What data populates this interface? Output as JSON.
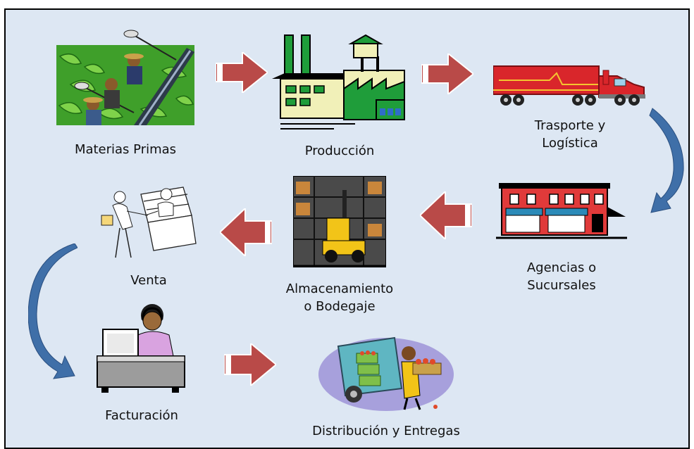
{
  "diagram": {
    "nodes": [
      {
        "id": "materias",
        "icon": "corn-harvest-icon",
        "label_lines": [
          "Materias Primas"
        ]
      },
      {
        "id": "produccion",
        "icon": "factory-icon",
        "label_lines": [
          "Producción"
        ]
      },
      {
        "id": "transporte",
        "icon": "truck-icon",
        "label_lines": [
          "Trasporte y",
          "Logística"
        ]
      },
      {
        "id": "agencias",
        "icon": "storefront-icon",
        "label_lines": [
          "Agencias o",
          "Sucursales"
        ]
      },
      {
        "id": "almacenamiento",
        "icon": "forklift-warehouse-icon",
        "label_lines": [
          "Almacenamiento",
          "o Bodegaje"
        ]
      },
      {
        "id": "venta",
        "icon": "sales-handshake-icon",
        "label_lines": [
          "Venta"
        ]
      },
      {
        "id": "facturacion",
        "icon": "billing-operator-icon",
        "label_lines": [
          "Facturación"
        ]
      },
      {
        "id": "distribucion",
        "icon": "delivery-van-icon",
        "label_lines": [
          "Distribución y Entregas"
        ]
      }
    ],
    "edges": [
      {
        "from": "materias",
        "to": "produccion"
      },
      {
        "from": "produccion",
        "to": "transporte"
      },
      {
        "from": "transporte",
        "to": "agencias"
      },
      {
        "from": "agencias",
        "to": "almacenamiento"
      },
      {
        "from": "almacenamiento",
        "to": "venta"
      },
      {
        "from": "venta",
        "to": "facturacion"
      },
      {
        "from": "facturacion",
        "to": "distribucion"
      }
    ],
    "colors": {
      "background": "#dde7f3",
      "block_arrow": "#b94a48",
      "curved_arrow": "#3f6fa8",
      "truck_red": "#d9262b",
      "factory_green": "#1f9d3a",
      "store_red": "#e03a3a"
    }
  }
}
